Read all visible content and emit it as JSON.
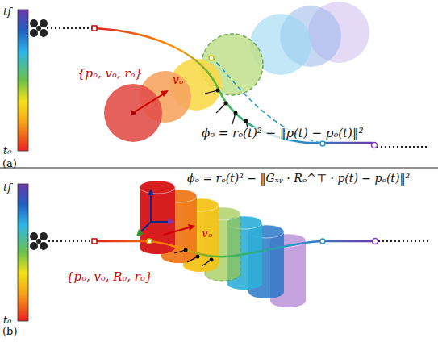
{
  "diagram": {
    "labels": [
      "tf",
      "t₀",
      "(a)",
      "{pₒ, vₒ, rₒ}",
      "vₒ",
      "ϕₒ = rₒ(t)² − ‖p(t) − pₒ(t)‖²",
      "tf",
      "t₀",
      "(b)",
      "{pₒ, vₒ, Rₒ, rₒ}",
      "vₒ",
      "ϕₒ = rₒ(t)² − ‖Gₓᵧ · Rₒ^⊤ · p(t) − pₒ(t)‖²"
    ]
  }
}
